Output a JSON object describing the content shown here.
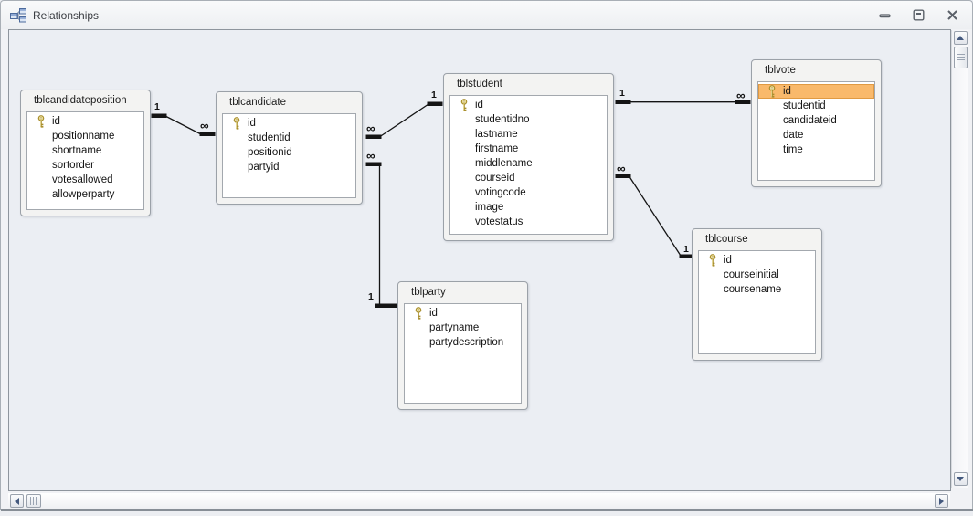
{
  "window": {
    "title": "Relationships",
    "controls": {
      "minimize": "minimize",
      "restore": "restore",
      "close": "close"
    }
  },
  "tables": [
    {
      "title": "tblcandidateposition",
      "fields": [
        {
          "name": "id",
          "key": true
        },
        {
          "name": "positionname"
        },
        {
          "name": "shortname"
        },
        {
          "name": "sortorder"
        },
        {
          "name": "votesallowed"
        },
        {
          "name": "allowperparty"
        }
      ]
    },
    {
      "title": "tblcandidate",
      "fields": [
        {
          "name": "id",
          "key": true
        },
        {
          "name": "studentid"
        },
        {
          "name": "positionid"
        },
        {
          "name": "partyid"
        }
      ]
    },
    {
      "title": "tblstudent",
      "fields": [
        {
          "name": "id",
          "key": true
        },
        {
          "name": "studentidno"
        },
        {
          "name": "lastname"
        },
        {
          "name": "firstname"
        },
        {
          "name": "middlename"
        },
        {
          "name": "courseid"
        },
        {
          "name": "votingcode"
        },
        {
          "name": "image"
        },
        {
          "name": "votestatus"
        }
      ]
    },
    {
      "title": "tblvote",
      "fields": [
        {
          "name": "id",
          "key": true,
          "selected": true
        },
        {
          "name": "studentid"
        },
        {
          "name": "candidateid"
        },
        {
          "name": "date"
        },
        {
          "name": "time"
        }
      ]
    },
    {
      "title": "tblparty",
      "fields": [
        {
          "name": "id",
          "key": true
        },
        {
          "name": "partyname"
        },
        {
          "name": "partydescription"
        }
      ]
    },
    {
      "title": "tblcourse",
      "fields": [
        {
          "name": "id",
          "key": true
        },
        {
          "name": "courseinitial"
        },
        {
          "name": "coursename"
        }
      ]
    }
  ],
  "relationships": [
    {
      "from": "tblcandidateposition",
      "to": "tblcandidate",
      "from_label": "1",
      "to_label": "∞"
    },
    {
      "from": "tblcandidate",
      "to": "tblstudent",
      "from_label": "∞",
      "to_label": "1"
    },
    {
      "from": "tblcandidate",
      "to": "tblparty",
      "from_label": "∞",
      "to_label": "1"
    },
    {
      "from": "tblstudent",
      "to": "tblvote",
      "from_label": "1",
      "to_label": "∞"
    },
    {
      "from": "tblstudent",
      "to": "tblcourse",
      "from_label": "∞",
      "to_label": "1"
    }
  ],
  "colors": {
    "selected_row_bg": "#F9B96B",
    "selected_row_border": "#E09A42",
    "key_gold_fill": "#EFE3A0",
    "key_gold_stroke": "#A98F2F",
    "line_color": "#141414",
    "canvas_bg": "#EBEEF3"
  }
}
